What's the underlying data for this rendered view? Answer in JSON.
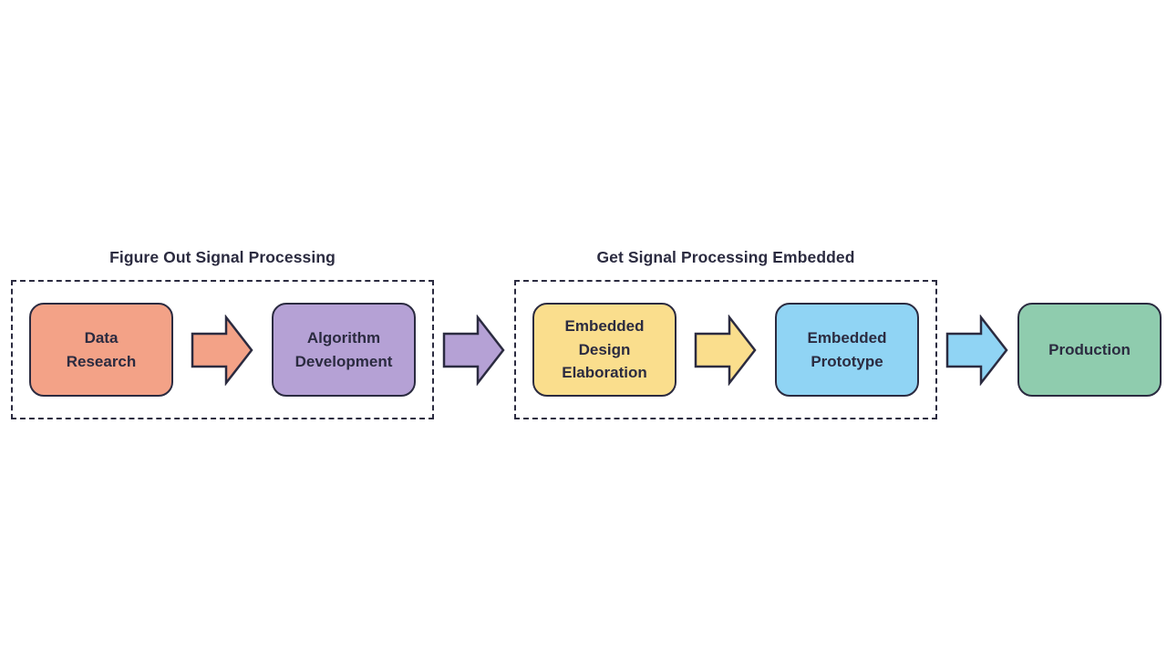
{
  "diagram": {
    "background": "#ffffff",
    "outline_color": "#2b2b40",
    "text_color": "#2b2b40",
    "groups": [
      {
        "title": "Figure Out Signal Processing",
        "nodes": [
          {
            "label": "Data Research",
            "color": "#f3a287"
          },
          {
            "label": "Algorithm Development",
            "color": "#b5a1d5"
          }
        ],
        "arrow_color": "#f3a287"
      },
      {
        "title": "Get Signal Processing Embedded",
        "nodes": [
          {
            "label": "Embedded Design Elaboration",
            "color": "#fade8d"
          },
          {
            "label": "Embedded Prototype",
            "color": "#90d4f4"
          }
        ],
        "arrow_color": "#fade8d"
      }
    ],
    "connectors": [
      {
        "color": "#b5a1d5"
      },
      {
        "color": "#90d4f4"
      }
    ],
    "final_node": {
      "label": "Production",
      "color": "#8fccae"
    }
  }
}
